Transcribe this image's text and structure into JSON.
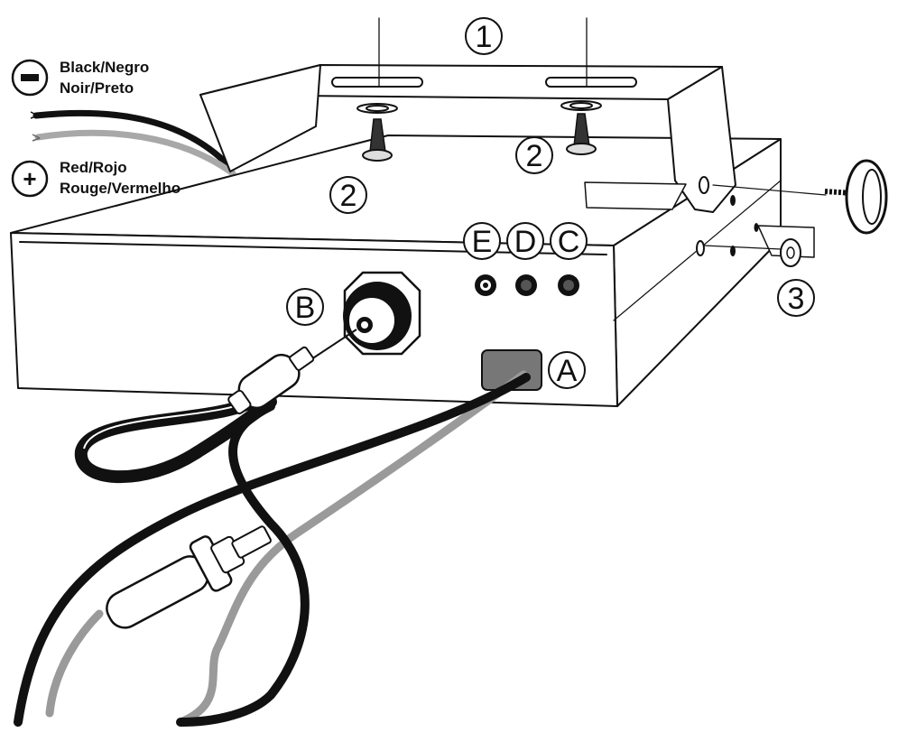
{
  "legend": {
    "negative": {
      "symbol": "−",
      "line1": "Black/Negro",
      "line2": "Noir/Preto",
      "color": "#111111"
    },
    "positive": {
      "symbol": "+",
      "line1": "Red/Rojo",
      "line2": "Rouge/Vermelho",
      "color": "#9a9a9a"
    }
  },
  "callouts": {
    "bracket": "1",
    "stud_left": "2",
    "stud_right": "2",
    "washer": "3",
    "power_socket": "A",
    "antenna_connector": "B",
    "jack_c": "C",
    "jack_d": "D",
    "jack_e": "E"
  }
}
